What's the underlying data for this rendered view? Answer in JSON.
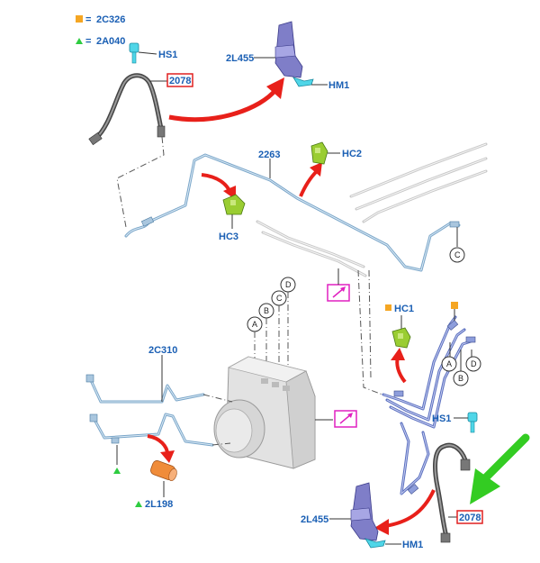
{
  "legend": {
    "items": [
      {
        "code": "2C326",
        "marker": "square",
        "color": "#f5a623",
        "prefix": "= "
      },
      {
        "code": "2A040",
        "marker": "triangle",
        "color": "#2ecc40",
        "prefix": "= "
      }
    ]
  },
  "labels": {
    "hs1_top": "HS1",
    "part_2078_top": "2078",
    "part_2l455_top": "2L455",
    "hm1_top": "HM1",
    "part_2263": "2263",
    "hc2": "HC2",
    "hc3": "HC3",
    "part_2c310": "2C310",
    "part_2l198": "2L198",
    "hc1": "HC1",
    "hs1_bottom": "HS1",
    "part_2l455_bottom": "2L455",
    "hm1_bottom": "HM1",
    "part_2078_bottom": "2078"
  },
  "circles": {
    "a_left": "A",
    "b_left": "B",
    "c_left": "C",
    "d_left": "D",
    "c_right": "C",
    "a_right": "A",
    "b_right": "B",
    "d_right": "D"
  },
  "colors": {
    "label_blue": "#1a5fb4",
    "highlight_red": "#e02020",
    "arrow_red": "#e8201a",
    "arrow_green": "#33cc22",
    "tube_blue": "#7aa6c9",
    "clip_green": "#9acd32",
    "cyan_part": "#4fd6e8",
    "magenta_box": "#e020c0",
    "orange_part": "#f08c3a"
  }
}
